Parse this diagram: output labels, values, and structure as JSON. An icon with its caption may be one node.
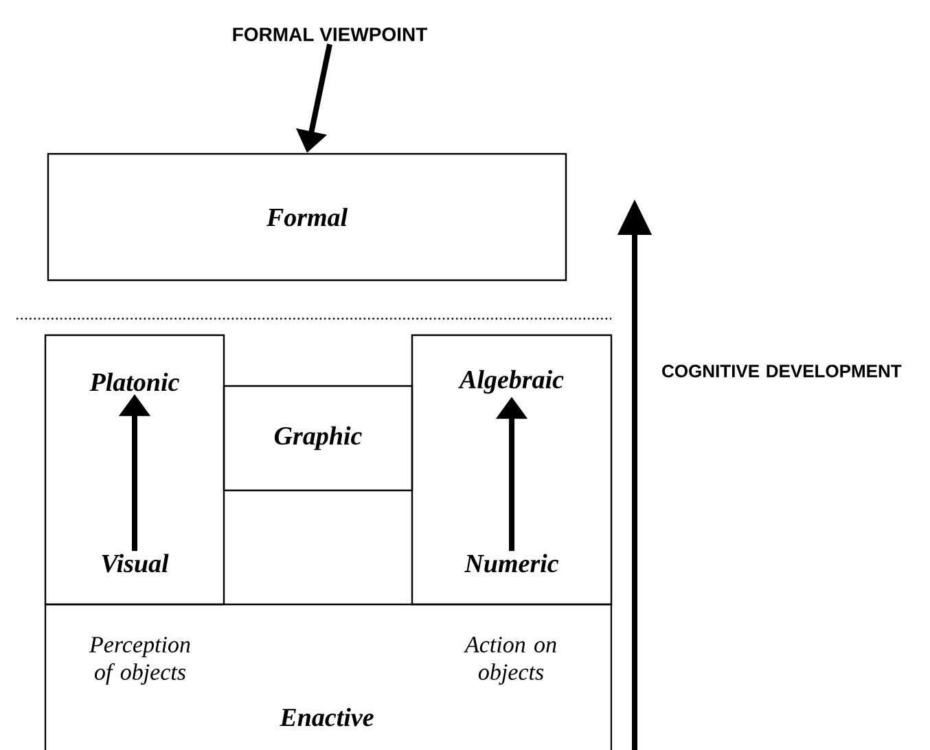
{
  "diagram": {
    "nodes": [
      {
        "text": [
          "FORMAL VIEWPOINT"
        ]
      },
      {
        "text": [
          "Formal"
        ]
      },
      {
        "text": [],
        "shape": "box"
      },
      {
        "text": [
          "Platonic"
        ],
        "in": 2
      },
      {
        "text": [
          "Visual"
        ],
        "in": 2
      },
      {
        "text": [
          "Graphic"
        ]
      },
      {
        "text": [],
        "shape": "box"
      },
      {
        "text": [
          "Algebraic"
        ],
        "in": 6
      },
      {
        "text": [
          "Numeric"
        ],
        "in": 6
      },
      {
        "text": [
          "Perception of objects",
          "Action on objects",
          "Enactive"
        ]
      }
    ],
    "edges": [
      {
        "from": 0,
        "to": 1,
        "arrow": "to"
      },
      {
        "from": 4,
        "to": 3,
        "arrow": "to"
      },
      {
        "from": 8,
        "to": 7,
        "arrow": "to"
      }
    ],
    "labels": [
      "COGNITIVE DEVELOPMENT"
    ]
  }
}
